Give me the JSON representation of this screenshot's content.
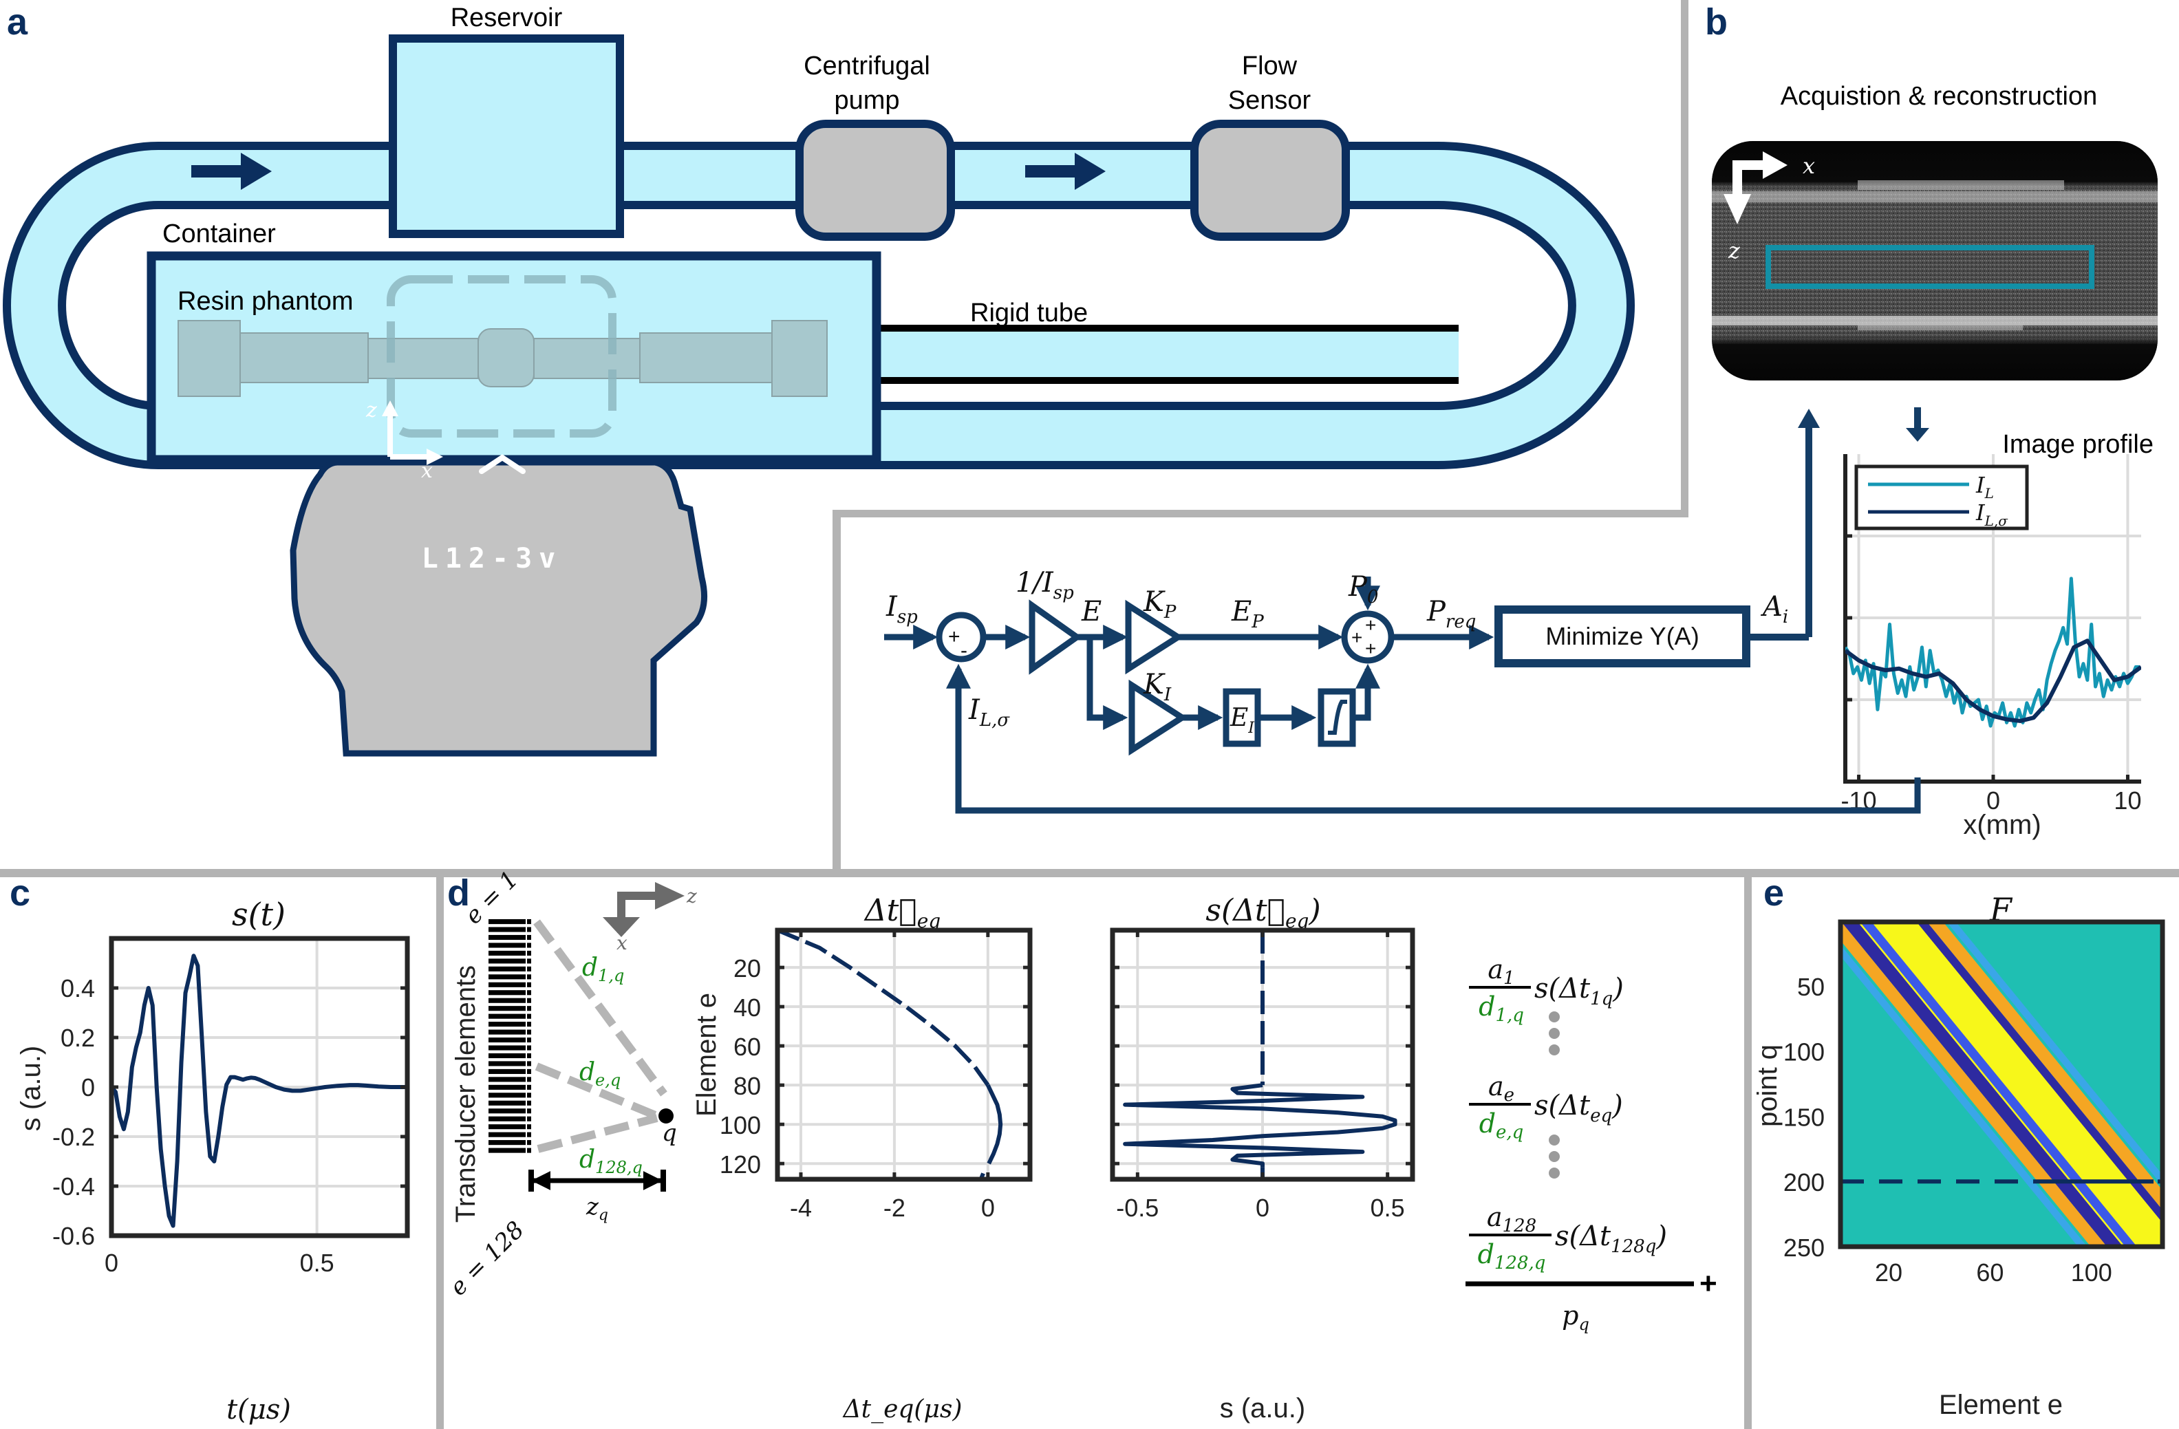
{
  "figure": {
    "colors": {
      "navy": "#0b2e5e",
      "diagram_blue": "#143d66",
      "water": "#bff2fc",
      "device_gray": "#c3c3c3",
      "divider_gray": "#b3b3b3",
      "il_cyan": "#1597b4",
      "il_sigma_navy": "#0c2c5c",
      "distance_green": "#1a8a1a",
      "roi_teal": "#1390a6"
    }
  },
  "panel_a": {
    "letter": "a",
    "labels": {
      "reservoir": "Reservoir",
      "pump_line1": "Centrifugal",
      "pump_line2": "pump",
      "sensor_line1": "Flow",
      "sensor_line2": "Sensor",
      "container": "Container",
      "phantom": "Resin phantom",
      "rigid_tube": "Rigid tube",
      "probe_model": "L12-3v",
      "axis_z": "z",
      "axis_x": "x"
    }
  },
  "panel_b": {
    "letter": "b",
    "acquisition_title": "Acquistion & reconstruction",
    "image_axis_x": "x",
    "image_axis_z": "z",
    "profile_title": "Image profile",
    "control": {
      "input_setpoint": "I",
      "input_setpoint_sub": "sp",
      "normalizer": "1/I",
      "normalizer_sub": "sp",
      "error": "E",
      "kp": "K",
      "kp_sub": "P",
      "ep": "E",
      "ep_sub": "P",
      "ki": "K",
      "ki_sub": "I",
      "ei": "E",
      "ei_sub": "I",
      "p0": "P",
      "p0_sub": "0",
      "preq": "P",
      "preq_sub": "req",
      "minimize_label": "Minimize Y(A)",
      "ai": "A",
      "ai_sub": "i",
      "feedback": "I",
      "feedback_sub": "L,σ",
      "sum1_signs": [
        "+",
        "-"
      ],
      "sum2_signs": [
        "+",
        "+",
        "+"
      ]
    }
  },
  "panel_c": {
    "letter": "c"
  },
  "panel_d": {
    "letter": "d",
    "transducer_label": "Transducer elements",
    "elem_first": "e = 1",
    "elem_last": "e = 128",
    "axis_z": "z",
    "axis_x": "x",
    "dist_labels": [
      {
        "base": "d",
        "sub": "1,q"
      },
      {
        "base": "d",
        "sub": "e,q"
      },
      {
        "base": "d",
        "sub": "128,q"
      }
    ],
    "point_label": "q",
    "depth_label_base": "z",
    "depth_label_sub": "q",
    "sum_terms": [
      {
        "num_base": "a",
        "num_sub": "1",
        "den_base": "d",
        "den_sub": "1,q",
        "func": "s(Δt",
        "func_sub": "1q",
        "close": ")"
      },
      {
        "num_base": "a",
        "num_sub": "e",
        "den_base": "d",
        "den_sub": "e,q",
        "func": "s(Δt",
        "func_sub": "eq",
        "close": ")"
      },
      {
        "num_base": "a",
        "num_sub": "128",
        "den_base": "d",
        "den_sub": "128,q",
        "func": "s(Δt",
        "func_sub": "128q",
        "close": ")"
      }
    ],
    "sum_symbol": "+",
    "sum_result_base": "p",
    "sum_result_sub": "q"
  },
  "panel_e": {
    "letter": "e"
  },
  "chart_data": [
    {
      "id": "image_profile",
      "type": "line",
      "title": "Image profile",
      "xlabel": "x(mm)",
      "ylabel": "",
      "xlim": [
        -11,
        11
      ],
      "ylim": [
        0,
        1
      ],
      "xticks": [
        -10,
        0,
        10
      ],
      "ytick_positions": [
        0.25,
        0.5,
        0.75
      ],
      "grid": true,
      "legend": {
        "placement": "top-left",
        "entries": [
          {
            "label": "I",
            "sub": "L"
          },
          {
            "label": "I",
            "sub": "L,σ"
          }
        ]
      },
      "series": [
        {
          "name": "I_L",
          "color": "#1597b4",
          "x": [
            -11,
            -10.7,
            -10.4,
            -10.1,
            -9.8,
            -9.5,
            -9.2,
            -8.9,
            -8.6,
            -8.3,
            -8.0,
            -7.7,
            -7.4,
            -7.1,
            -6.8,
            -6.5,
            -6.2,
            -5.9,
            -5.6,
            -5.3,
            -5.0,
            -4.7,
            -4.4,
            -4.1,
            -3.8,
            -3.5,
            -3.2,
            -2.9,
            -2.6,
            -2.3,
            -2.0,
            -1.7,
            -1.4,
            -1.1,
            -0.8,
            -0.5,
            -0.2,
            0.1,
            0.4,
            0.7,
            1.0,
            1.3,
            1.6,
            1.9,
            2.2,
            2.5,
            2.8,
            3.1,
            3.4,
            3.7,
            4.0,
            4.3,
            4.6,
            4.9,
            5.2,
            5.5,
            5.8,
            6.1,
            6.4,
            6.7,
            7.0,
            7.3,
            7.6,
            7.9,
            8.2,
            8.5,
            8.8,
            9.1,
            9.4,
            9.7,
            10.0,
            10.3,
            10.6,
            10.9
          ],
          "y": [
            0.41,
            0.39,
            0.33,
            0.35,
            0.31,
            0.37,
            0.3,
            0.36,
            0.22,
            0.34,
            0.32,
            0.48,
            0.33,
            0.27,
            0.31,
            0.26,
            0.35,
            0.28,
            0.32,
            0.41,
            0.29,
            0.4,
            0.33,
            0.34,
            0.31,
            0.26,
            0.3,
            0.24,
            0.28,
            0.21,
            0.26,
            0.23,
            0.24,
            0.25,
            0.19,
            0.23,
            0.17,
            0.21,
            0.2,
            0.24,
            0.18,
            0.21,
            0.17,
            0.22,
            0.18,
            0.24,
            0.21,
            0.25,
            0.28,
            0.22,
            0.31,
            0.36,
            0.4,
            0.43,
            0.47,
            0.42,
            0.62,
            0.43,
            0.32,
            0.36,
            0.31,
            0.48,
            0.29,
            0.33,
            0.26,
            0.31,
            0.28,
            0.32,
            0.29,
            0.33,
            0.3,
            0.32,
            0.35,
            0.35
          ]
        },
        {
          "name": "I_L,σ",
          "color": "#0c2c5c",
          "x": [
            -11,
            -10,
            -9,
            -8,
            -7,
            -6,
            -5,
            -4,
            -3,
            -2,
            -1,
            0,
            1,
            2,
            3,
            4,
            5,
            6,
            7,
            8,
            9,
            10,
            11
          ],
          "y": [
            0.4,
            0.37,
            0.35,
            0.34,
            0.345,
            0.33,
            0.32,
            0.33,
            0.3,
            0.25,
            0.22,
            0.2,
            0.19,
            0.185,
            0.195,
            0.24,
            0.32,
            0.41,
            0.43,
            0.37,
            0.31,
            0.32,
            0.35
          ]
        }
      ]
    },
    {
      "id": "pulse",
      "type": "line",
      "title": "s(t)",
      "xlabel": "t(μs)",
      "ylabel": "s (a.u.)",
      "xlim": [
        0,
        0.72
      ],
      "ylim": [
        -0.6,
        0.6
      ],
      "xticks": [
        0,
        0.5
      ],
      "yticks": [
        -0.6,
        -0.4,
        -0.2,
        0,
        0.2,
        0.4
      ],
      "grid": true,
      "series": [
        {
          "name": "s(t)",
          "color": "#0c2c5c",
          "x": [
            0,
            0.01,
            0.02,
            0.03,
            0.04,
            0.05,
            0.06,
            0.07,
            0.08,
            0.09,
            0.1,
            0.11,
            0.12,
            0.13,
            0.14,
            0.15,
            0.16,
            0.17,
            0.18,
            0.19,
            0.2,
            0.21,
            0.22,
            0.23,
            0.24,
            0.25,
            0.26,
            0.27,
            0.28,
            0.29,
            0.3,
            0.31,
            0.32,
            0.33,
            0.34,
            0.35,
            0.36,
            0.38,
            0.4,
            0.42,
            0.44,
            0.46,
            0.48,
            0.5,
            0.52,
            0.55,
            0.58,
            0.6,
            0.62,
            0.65,
            0.68,
            0.7,
            0.72
          ],
          "y": [
            0,
            -0.02,
            -0.12,
            -0.17,
            -0.1,
            0.08,
            0.16,
            0.22,
            0.33,
            0.4,
            0.33,
            0.0,
            -0.25,
            -0.4,
            -0.52,
            -0.56,
            -0.3,
            0.1,
            0.38,
            0.45,
            0.53,
            0.49,
            0.2,
            -0.1,
            -0.28,
            -0.3,
            -0.2,
            -0.08,
            0.01,
            0.04,
            0.04,
            0.035,
            0.03,
            0.035,
            0.038,
            0.036,
            0.03,
            0.015,
            0.0,
            -0.01,
            -0.015,
            -0.015,
            -0.01,
            -0.005,
            0.0,
            0.005,
            0.008,
            0.008,
            0.006,
            0.002,
            0.0,
            0.0,
            0.0
          ]
        }
      ]
    },
    {
      "id": "delay_profile",
      "type": "line",
      "title": "Δt_eq",
      "xlabel": "Δt_eq(μs)",
      "ylabel": "Element e",
      "xlim": [
        -4.5,
        0.9
      ],
      "ylim": [
        128,
        1
      ],
      "xticks": [
        -4,
        -2,
        0
      ],
      "yticks": [
        20,
        40,
        60,
        80,
        100,
        120
      ],
      "grid": true,
      "series": [
        {
          "name": "Δt_eq",
          "color": "#0c2c5c",
          "e": [
            1,
            10,
            20,
            30,
            40,
            50,
            60,
            70,
            80,
            90,
            95,
            100,
            105,
            110,
            115,
            120,
            125,
            128
          ],
          "t": [
            -4.5,
            -3.6,
            -2.95,
            -2.35,
            -1.75,
            -1.2,
            -0.7,
            -0.3,
            0.0,
            0.2,
            0.25,
            0.27,
            0.25,
            0.2,
            0.12,
            0.02,
            -0.1,
            -0.15
          ],
          "dashed_until_e": 80,
          "dashed_from_e": 122
        }
      ]
    },
    {
      "id": "pulse_at_delay",
      "type": "line",
      "title": "s(Δt_eq)",
      "xlabel": "s (a.u.)",
      "ylabel": "",
      "xlim": [
        -0.6,
        0.6
      ],
      "ylim": [
        128,
        1
      ],
      "xticks": [
        -0.5,
        0,
        0.5
      ],
      "grid": true,
      "series": [
        {
          "name": "s(Δt_eq)",
          "color": "#0c2c5c",
          "e": [
            1,
            80,
            82,
            84,
            86,
            88,
            90,
            92,
            94,
            96,
            98,
            100,
            102,
            104,
            106,
            108,
            110,
            112,
            114,
            116,
            118,
            120,
            122,
            124,
            128
          ],
          "s": [
            0,
            0,
            -0.12,
            -0.1,
            0.4,
            0.0,
            -0.55,
            0.0,
            0.3,
            0.48,
            0.53,
            0.53,
            0.48,
            0.3,
            0.0,
            -0.2,
            -0.55,
            0.0,
            0.4,
            -0.1,
            -0.12,
            0.0,
            0,
            0,
            0
          ],
          "dashed_until_e": 80,
          "dashed_from_e": 122
        }
      ]
    },
    {
      "id": "forward_matrix",
      "type": "heatmap",
      "title": "F",
      "xlabel": "Element e",
      "ylabel": "point q",
      "xlim": [
        1,
        128
      ],
      "ylim": [
        250,
        1
      ],
      "xticks": [
        20,
        60,
        100
      ],
      "yticks": [
        50,
        100,
        150,
        200,
        250
      ],
      "band": {
        "start_e_at_q1": 1,
        "end_e_at_q250": 128,
        "slope_description": "diagonal band from top-left to bottom-right"
      },
      "colormap": [
        "#2e2aa0",
        "#3b59e8",
        "#1fbfb2",
        "#f5a623",
        "#f7f71a"
      ],
      "background_color": "#1fbfb2",
      "highlight_row_q": 200
    }
  ]
}
